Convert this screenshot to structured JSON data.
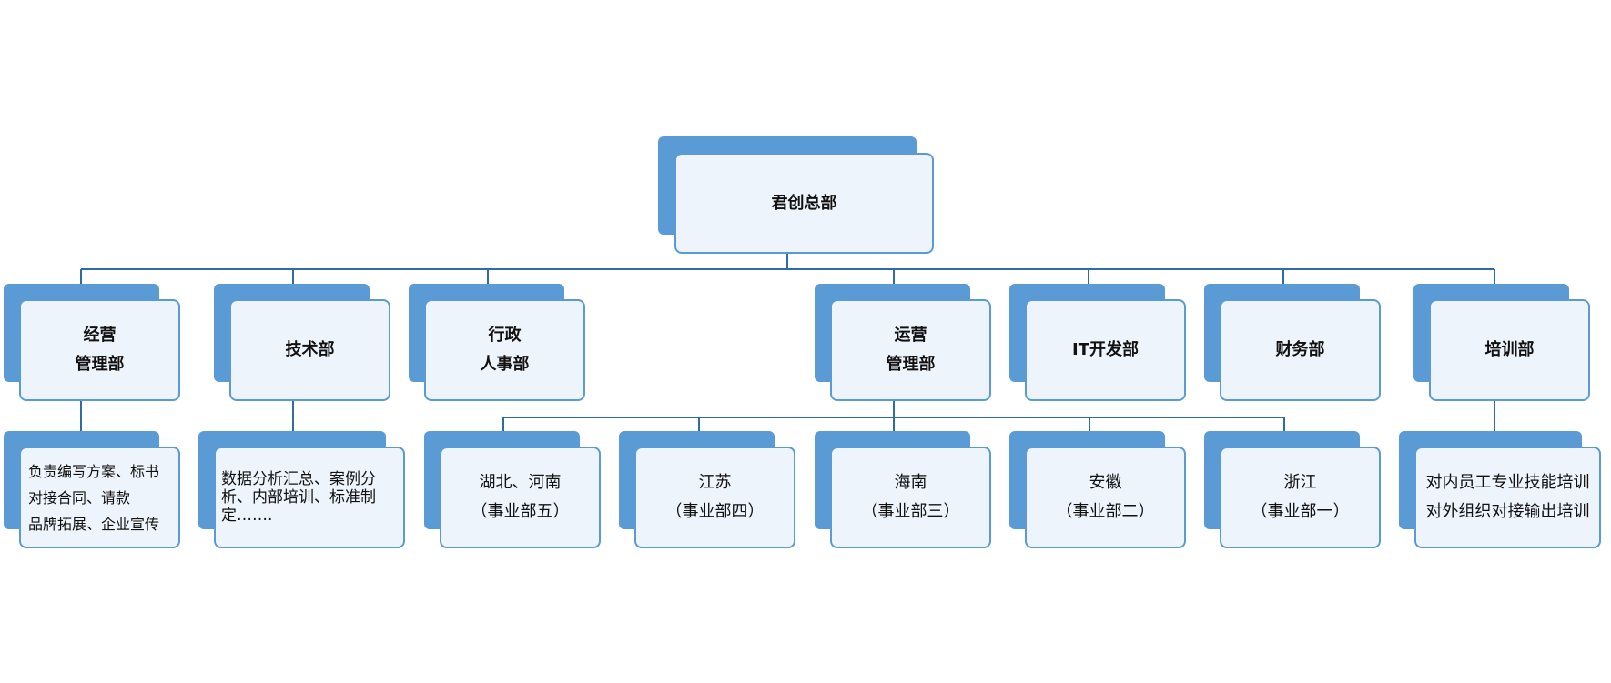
{
  "root": {
    "lines": [
      "君创总部"
    ]
  },
  "departments": [
    {
      "lines": [
        "经营",
        "管理部"
      ]
    },
    {
      "lines": [
        "技术部"
      ]
    },
    {
      "lines": [
        "行政",
        "人事部"
      ]
    },
    {
      "lines": [
        "运营",
        "管理部"
      ]
    },
    {
      "lines": [
        "IT开发部"
      ]
    },
    {
      "lines": [
        "财务部"
      ]
    },
    {
      "lines": [
        "培训部"
      ]
    }
  ],
  "duties": {
    "business": [
      "负责编写方案、标书",
      "对接合同、请款",
      "品牌拓展、企业宣传"
    ],
    "tech": [
      "数据分析汇总、案例分析、内部培训、标准制定……."
    ],
    "training": [
      "对内员工专业技能培训",
      "对外组织对接输出培训"
    ]
  },
  "business_units": [
    {
      "lines": [
        "湖北、河南",
        "（事业部五）"
      ]
    },
    {
      "lines": [
        "江苏",
        "（事业部四）"
      ]
    },
    {
      "lines": [
        "海南",
        "（事业部三）"
      ]
    },
    {
      "lines": [
        "安徽",
        "（事业部二）"
      ]
    },
    {
      "lines": [
        "浙江",
        "（事业部一）"
      ]
    }
  ],
  "colors": {
    "box_fill": "#5b9bd5",
    "box_face": "#eef4fb",
    "connector": "#2e6da4"
  }
}
